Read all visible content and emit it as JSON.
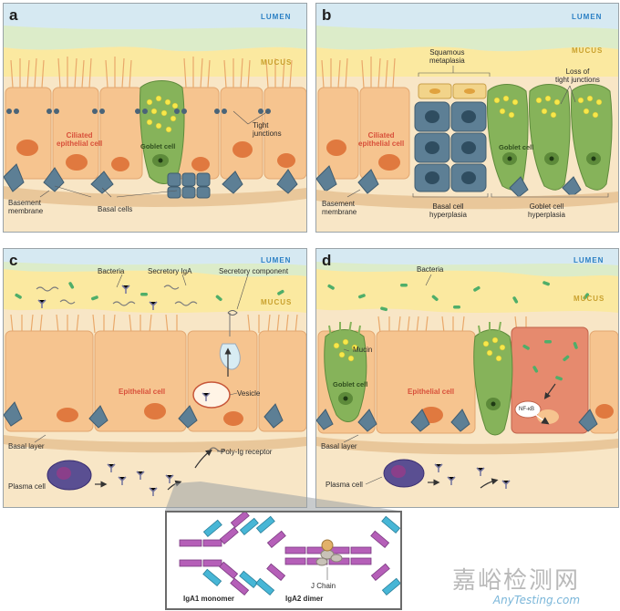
{
  "panels": {
    "a": {
      "letter": "a",
      "lumen": "LUMEN",
      "mucus": "MUCUS",
      "ciliated": "Ciliated\nepithelial cell",
      "goblet": "Goblet cell",
      "tight": "Tight\njunctions",
      "basement": "Basement\nmembrane",
      "basal": "Basal cells"
    },
    "b": {
      "letter": "b",
      "lumen": "LUMEN",
      "mucus": "MUCUS",
      "squamous": "Squamous\nmetaplasia",
      "loss": "Loss of\ntight junctions",
      "ciliated": "Ciliated\nepithelial cell",
      "goblet": "Goblet cell",
      "basement": "Basement\nmembrane",
      "basal_hyper": "Basal cell\nhyperplasia",
      "goblet_hyper": "Goblet cell\nhyperplasia"
    },
    "c": {
      "letter": "c",
      "lumen": "LUMEN",
      "mucus": "MUCUS",
      "bacteria": "Bacteria",
      "siga": "Secretory IgA",
      "seccomp": "Secretory component",
      "epithelial": "Epithelial cell",
      "vesicle": "Vesicle",
      "basal_layer": "Basal layer",
      "polyig": "Poly-Ig receptor",
      "plasma": "Plasma cell"
    },
    "d": {
      "letter": "d",
      "lumen": "LUMEN",
      "mucus": "MUCUS",
      "bacteria": "Bacteria",
      "mucin": "Mucin",
      "goblet": "Goblet cell",
      "epithelial": "Epithelial cell",
      "nfkb": "NF-κB",
      "basal_layer": "Basal layer",
      "plasma": "Plasma cell"
    }
  },
  "inset": {
    "iga1": "IgA1 monomer",
    "iga2": "IgA2 dimer",
    "jchain": "J Chain"
  },
  "watermark": {
    "cn": "嘉峪检测网",
    "en": "AnyTesting.com"
  },
  "colors": {
    "lumen_text": "#2a7fc4",
    "mucus_text": "#c9a12e",
    "cell_fill": "#f6c48f",
    "nucleus": "#e0793f",
    "basal_cell": "#5d7f95",
    "goblet_fill": "#86b35a",
    "inflamed_cell": "#e68a6e",
    "plasma_cell": "#5a4f92",
    "bacteria": "#4fae69",
    "iga_cyan": "#47b6d6",
    "iga_purple": "#b55fb8"
  }
}
